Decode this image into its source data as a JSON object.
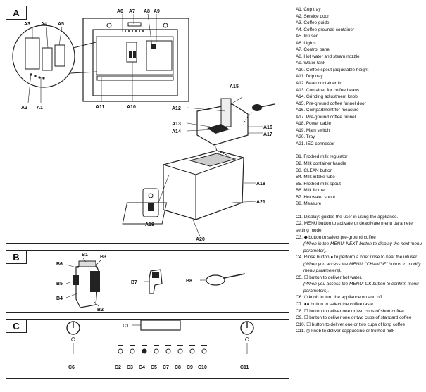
{
  "sections": {
    "a": "A",
    "b": "B",
    "c": "C"
  },
  "legend": {
    "a_items": [
      "A1.  Cup tray",
      "A2.  Service door",
      "A3.  Coffee guide",
      "A4.  Coffee grounds container",
      "A5.  Infuser",
      "A6.  Lights",
      "A7.  Control panel",
      "A8.  Hot water and steam nozzle",
      "A9.  Water tank",
      "A10. Coffee spout (adjustable height",
      "A11. Drip tray",
      "A12. Bean container lid",
      "A13. Container for coffee beans",
      "A14. Grinding adjustment knob",
      "A15. Pre-ground coffee funnel door",
      "A16. Compartment for measure",
      "A17. Pre-ground coffee funnel",
      "A18. Power cable",
      "A19. Main switch",
      "A20. Tray",
      "A21. IEC connector"
    ],
    "b_items": [
      "B1.  Frothed milk regulator",
      "B2.  Milk container handle",
      "B3.  CLEAN button",
      "B4.  Milk intake tube",
      "B5.  Frothed milk spout",
      "B6.  Milk frother",
      "B7.  Hot water spout",
      "B8.  Measure"
    ],
    "c_items": [
      {
        "text": "C1.  Display: guides the user in using the appliance."
      },
      {
        "text": "C2.  MENU button to activate or deactivate menu parameter setting mode"
      },
      {
        "text": "C3.  ◆ button to select pre-ground coffee",
        "note": "(When in the MENU: NEXT button to display the next menu parameter)."
      },
      {
        "text": "C4.  Rinse button ● to perform a brief rinse to heat the infuser.",
        "note": "(When you access the MENU: \"CHANGE\" button to modify menu parameters)."
      },
      {
        "text": "C5.  ☐ button to deliver hot water.",
        "note": "(When you access the MENU: OK button to confirm menu parameters)."
      },
      {
        "text": "C6.  ⏻ knob to turn the appliance on and off."
      },
      {
        "text": "C7.  ●● button to select the coffee taste"
      },
      {
        "text": "C8.  ☐ button to deliver one or two cups of short coffee"
      },
      {
        "text": "C9.  ☐ button to deliver one or two cups of standard coffee"
      },
      {
        "text": "C10. ☐ button to deliver one or two cups of long coffee"
      },
      {
        "text": "C11. ◎ knob to deliver cappuccino or frothed milk"
      }
    ]
  },
  "diagram_a": {
    "top": [
      "A6",
      "A7",
      "A8",
      "A9"
    ],
    "left": [
      "A3",
      "A4",
      "A5"
    ],
    "bottom": [
      "A2",
      "A1",
      "A11",
      "A10"
    ],
    "right": [
      "A15",
      "A12",
      "A13",
      "A14",
      "A16",
      "A17",
      "A18",
      "A21",
      "A19",
      "A20"
    ]
  },
  "diagram_b": [
    "B1",
    "B3",
    "B6",
    "B5",
    "B4",
    "B2",
    "B7",
    "B8"
  ],
  "diagram_c": [
    "C1",
    "C6",
    "C11",
    "C2",
    "C3",
    "C4",
    "C5",
    "C7",
    "C8",
    "C9",
    "C10"
  ]
}
